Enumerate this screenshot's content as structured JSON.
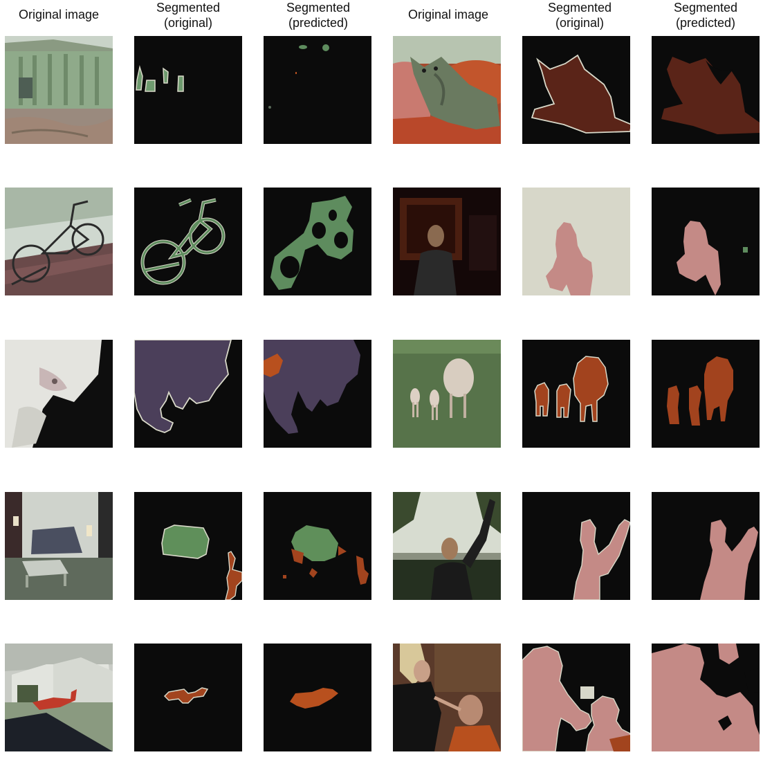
{
  "headers": [
    {
      "line1": "Original image",
      "line2": ""
    },
    {
      "line1": "Segmented",
      "line2": "(original)"
    },
    {
      "line1": "Segmented",
      "line2": "(predicted)"
    },
    {
      "line1": "Original image",
      "line2": ""
    },
    {
      "line1": "Segmented",
      "line2": "(original)"
    },
    {
      "line1": "Segmented",
      "line2": "(predicted)"
    }
  ],
  "colors": {
    "background": "#0b0b0b",
    "building_green": "#6e9a6e",
    "bicycle_green": "#5e8c5e",
    "cat_red": "#5a2418",
    "dog_purple": "#4b3f5a",
    "sheep_orange": "#a2431e",
    "sofa_green": "#5f8f5a",
    "chair_orange": "#a2441e",
    "person_pink": "#c48a86",
    "airplane_orange": "#b8501e",
    "void_beige": "#d7d7c9",
    "boundary": "#d9d9c9"
  }
}
